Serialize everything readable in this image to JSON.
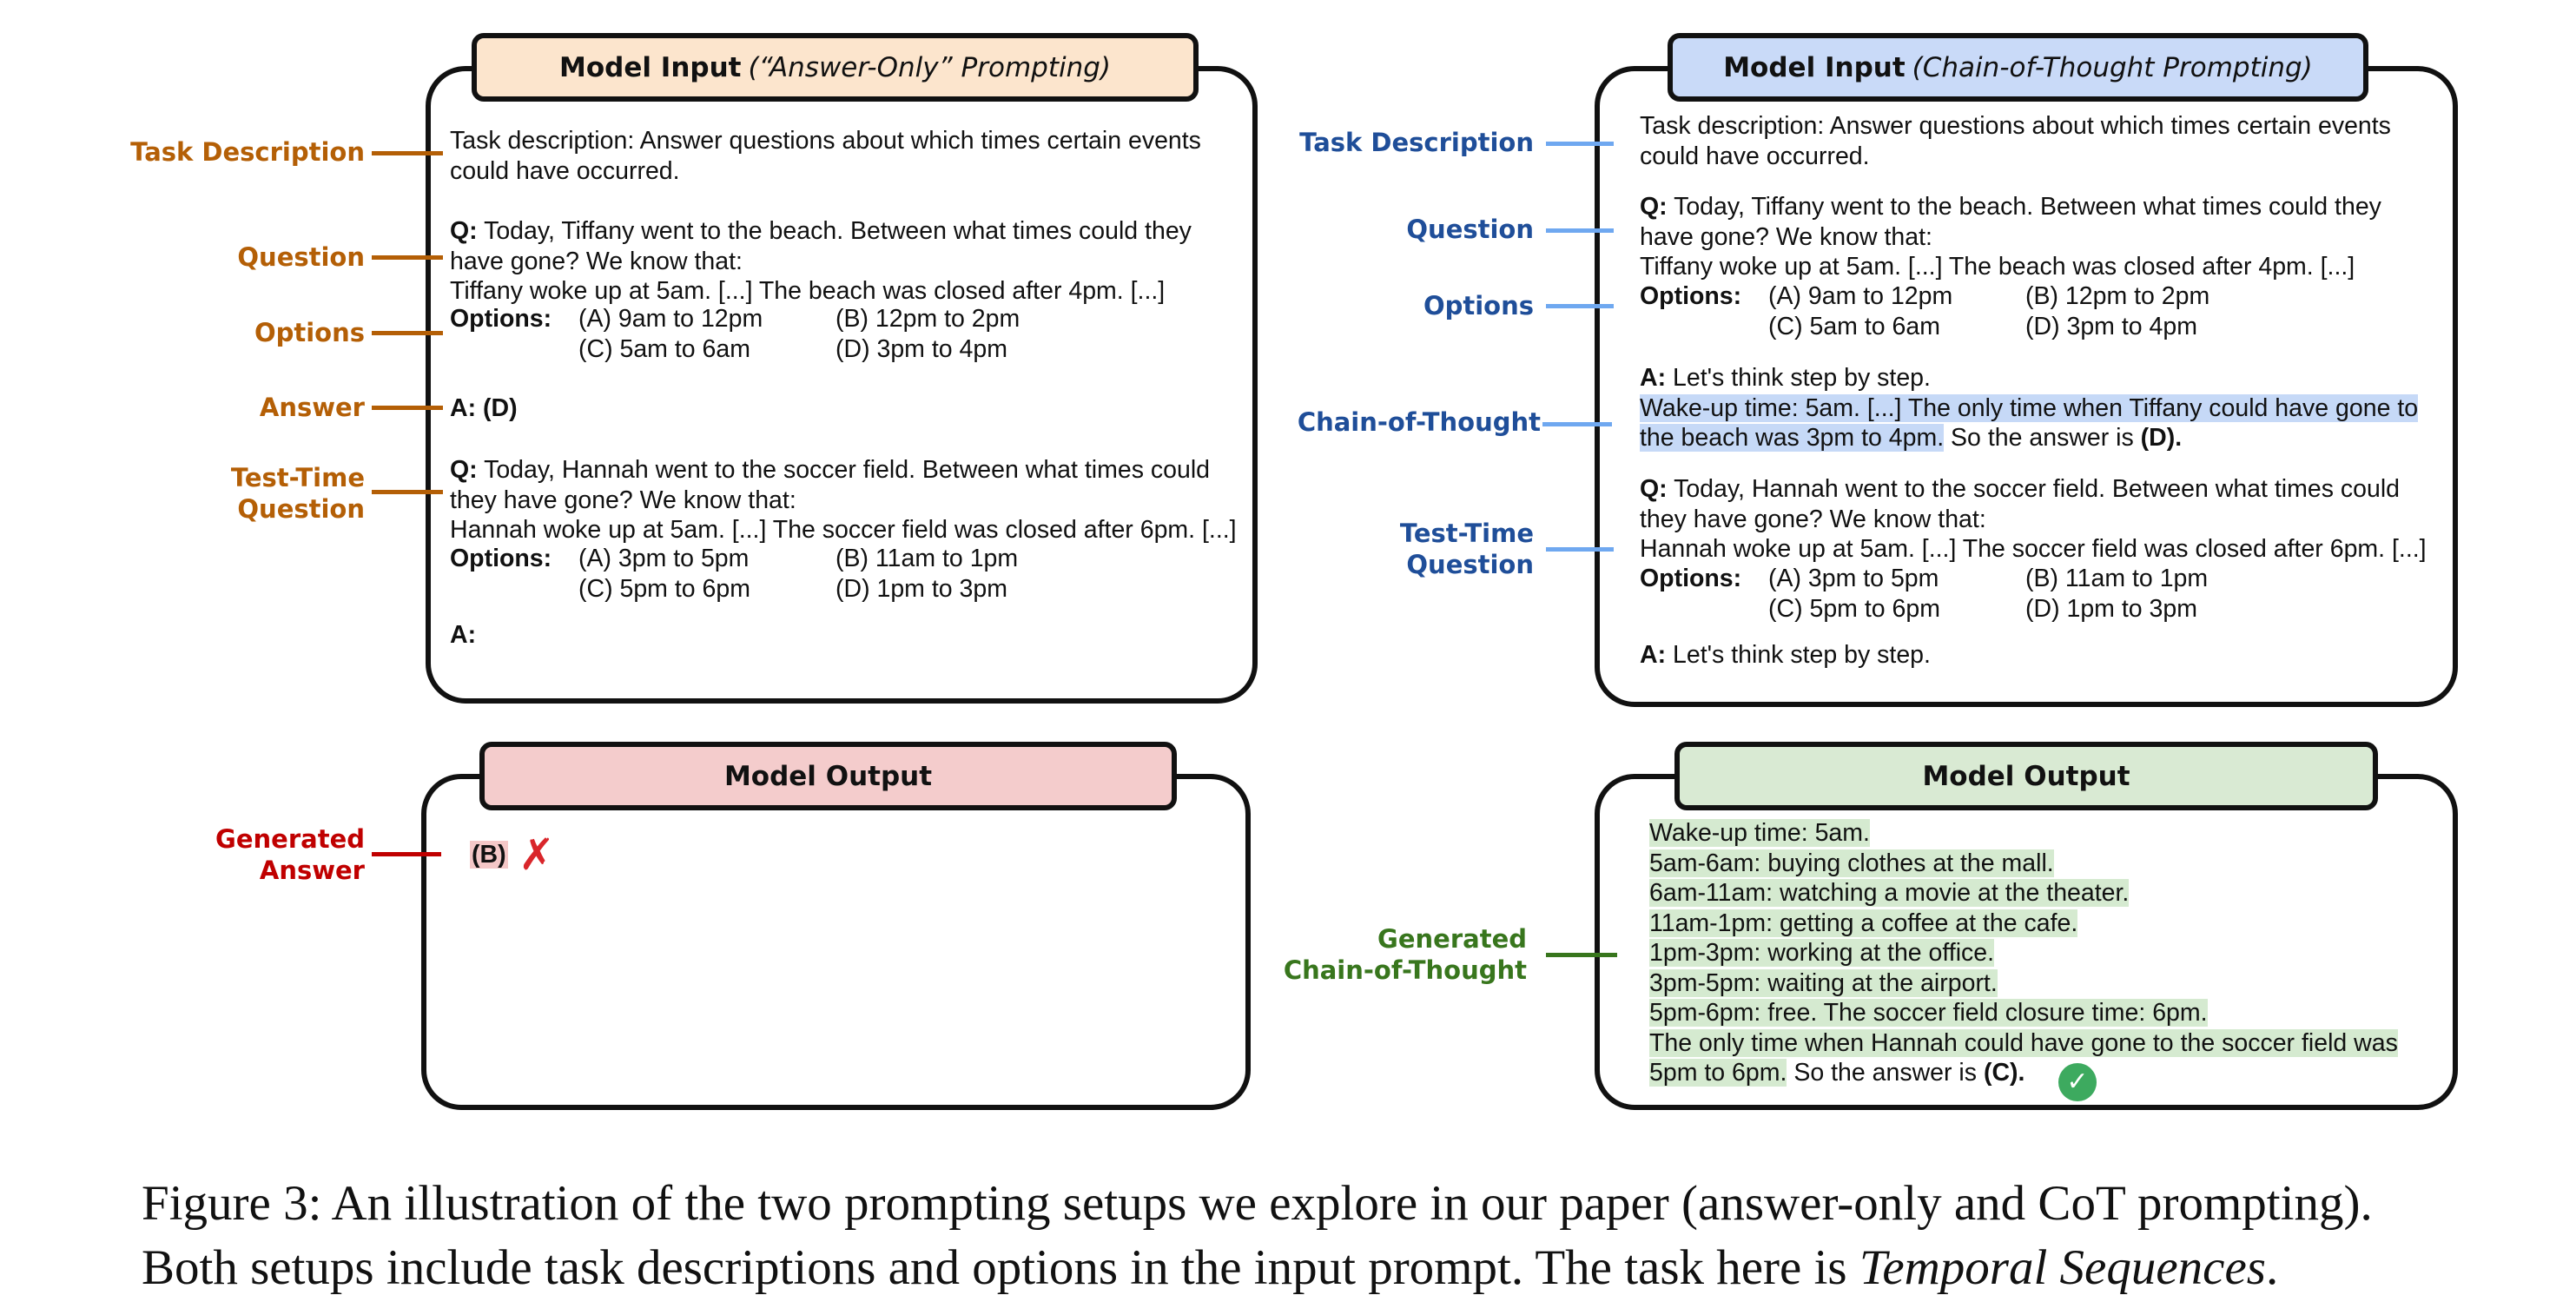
{
  "left_input": {
    "header_bold": "Model Input",
    "header_italic": "(“Answer-Only” Prompting)",
    "task_lines": [
      "Task description: Answer questions about which times certain events",
      "could have occurred."
    ],
    "q1_prefix": "Q:",
    "q1_line1": "Today, Tiffany went to the beach. Between what times could they",
    "q1_line2": "have gone? We know that:",
    "q1_line3": "Tiffany woke up at 5am. [...] The beach was closed after 4pm. [...]",
    "options_label": "Options:",
    "q1_options": [
      "(A) 9am to 12pm",
      "(B) 12pm to 2pm",
      "(C) 5am to 6am",
      "(D) 3pm to 4pm"
    ],
    "answer": "A: (D)",
    "q2_prefix": "Q:",
    "q2_line1": "Today, Hannah went to the soccer field. Between what times could",
    "q2_line2": "they have gone? We know that:",
    "q2_line3": "Hannah woke up at 5am. [...] The soccer field was closed after 6pm. [...]",
    "q2_options": [
      "(A) 3pm to 5pm",
      "(B) 11am to 1pm",
      "(C) 5pm to 6pm",
      "(D) 1pm to 3pm"
    ],
    "final_a": "A:"
  },
  "left_labels": {
    "task": "Task Description",
    "question": "Question",
    "options": "Options",
    "answer": "Answer",
    "test_line1": "Test-Time",
    "test_line2": "Question"
  },
  "left_output": {
    "header": "Model Output",
    "generated_answer": "(B)",
    "wrong_mark": "✗",
    "label_line1": "Generated",
    "label_line2": "Answer"
  },
  "right_input": {
    "header_bold": "Model Input",
    "header_italic": "(Chain-of-Thought Prompting)",
    "task_lines": [
      "Task description: Answer questions about which times certain events",
      "could have occurred."
    ],
    "q1_prefix": "Q:",
    "q1_line1": "Today, Tiffany went to the beach. Between what times could they",
    "q1_line2": "have gone? We know that:",
    "q1_line3": "Tiffany woke up at 5am. [...] The beach was closed after 4pm. [...]",
    "options_label": "Options:",
    "q1_options": [
      "(A) 9am to 12pm",
      "(B) 12pm to 2pm",
      "(C) 5am to 6am",
      "(D) 3pm to 4pm"
    ],
    "a_prefix": "A:",
    "a_text": "Let's think step by step.",
    "cot_line1": "Wake-up time: 5am. [...] The only time when Tiffany could have gone to",
    "cot_line2_hl": "the beach was 3pm to 4pm.",
    "cot_line2_rest": "So the answer is",
    "cot_answer": "(D).",
    "q2_prefix": "Q:",
    "q2_line1": "Today, Hannah went to the soccer field. Between what times could",
    "q2_line2": "they have gone? We know that:",
    "q2_line3": "Hannah woke up at 5am. [...] The soccer field was closed after 6pm. [...]",
    "q2_options": [
      "(A) 3pm to 5pm",
      "(B) 11am to 1pm",
      "(C) 5pm to 6pm",
      "(D) 1pm to 3pm"
    ],
    "final_a_prefix": "A:",
    "final_a_text": "Let's think step by step."
  },
  "right_labels": {
    "task": "Task Description",
    "question": "Question",
    "options": "Options",
    "cot": "Chain-of-Thought",
    "test_line1": "Test-Time",
    "test_line2": "Question"
  },
  "right_output": {
    "header": "Model Output",
    "lines": [
      "Wake-up time: 5am.",
      "5am-6am: buying clothes at the mall.",
      "6am-11am: watching a movie at the theater.",
      "11am-1pm: getting a coffee at the cafe.",
      "1pm-3pm: working at the office.",
      "3pm-5pm: waiting at the airport.",
      "5pm-6pm: free. The soccer field closure time: 6pm.",
      "The only time when Hannah could have gone to the soccer field was"
    ],
    "last_hl": "5pm to 6pm.",
    "last_rest": "So the answer is",
    "last_answer": "(C).",
    "check_mark": "✓",
    "label_line1": "Generated",
    "label_line2": "Chain-of-Thought"
  },
  "caption": {
    "line1": "Figure 3: An illustration of the two prompting setups we explore in our paper (answer-only and CoT prompting).",
    "line2_start": "Both setups include task descriptions and options in the input prompt. The task here is",
    "line2_italic": "Temporal Sequences",
    "line2_end": "."
  },
  "colors": {
    "left_input_header": "#fce5cd",
    "left_output_header": "#f4cccc",
    "right_input_header": "#c9daf8",
    "right_output_header": "#d9ead3",
    "orange_label": "#b45f06",
    "blue_label": "#1f4e99",
    "red_label": "#c00000",
    "green_label": "#38761d"
  }
}
